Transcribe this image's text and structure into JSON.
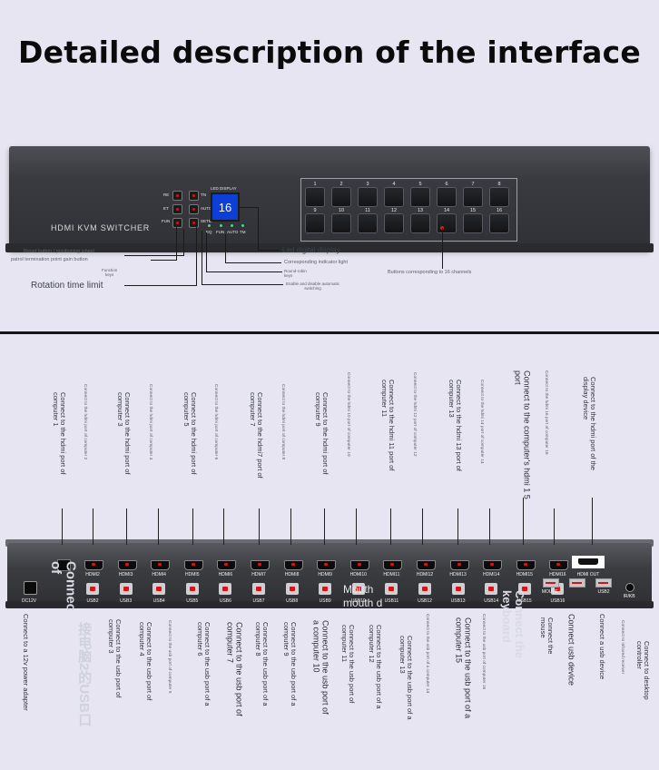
{
  "title": "Detailed description of the interface",
  "front_panel": {
    "brand": "HDMI KVM SWITCHER",
    "button_labels": {
      "r1a": "RE",
      "r1b": "TN",
      "r2a": "ET",
      "r2b": "AUTO",
      "r3a": "FUN",
      "r3b": "SETM"
    },
    "led_label": "LED DISPLAY",
    "led_value": "16",
    "indicators": [
      "EQ",
      "FUN",
      "AUTO",
      "TM"
    ],
    "channel_keys_top": [
      "1",
      "2",
      "3",
      "4",
      "5",
      "6",
      "7",
      "8"
    ],
    "channel_keys_bottom": [
      "9",
      "10",
      "11",
      "12",
      "13",
      "14",
      "15",
      "16"
    ]
  },
  "front_annotations": {
    "reset": "Reset button / positioning wheel",
    "patrol": "patrol termination point gain button",
    "function_keys": "Function\nkeys",
    "rotation": "Rotation time limit",
    "led_display": "Led digital display",
    "indicator_light": "Corresponding indicator light",
    "round_robin": "Round-robin\nkeys",
    "auto_switch": "Enable and disable automatic\nswitching",
    "buttons_channels": "Buttons corresponding to 16 channels"
  },
  "rear_panel": {
    "hdmi_ports": [
      "HDMI2",
      "HDMI3",
      "HDMI4",
      "HDMI5",
      "HDMI6",
      "HDMI7",
      "HDMI8",
      "HDMI9",
      "HDMI10",
      "HDMI11",
      "HDMI12",
      "HDMI13",
      "HDMI14",
      "HDMI15",
      "HDMI16"
    ],
    "hdmi_out": "HDMI OUT",
    "usb_ports": [
      "USB2",
      "USB3",
      "USB4",
      "USB5",
      "USB6",
      "USB7",
      "USB8",
      "USB9",
      "USB10",
      "USB11",
      "USB12",
      "USB13",
      "USB14",
      "USB15",
      "USB16"
    ],
    "dc": "DC12V",
    "mouse_usb": "MOUSE",
    "usb_out": "USB2",
    "ir": "IR/KB"
  },
  "top_labels": [
    "Connect to the hdmi port of\ncomputer 1",
    "Connect to the hdmi port of computer 2",
    "Connect to the hdmi port of\ncomputer 3",
    "Connect to the hdmi port of computer 4",
    "Connect to the hdmi port of\ncomputer 5",
    "Connect to the hdmi port of computer 6",
    "Connect to the hdmi7 port of\ncomputer 7",
    "Connect to the hdmi port of computer 8",
    "Connect to the hdmi port of\ncomputer 9",
    "Connect to the hdmi 10 port of computer 10",
    "Connect to the hdmi 11 port of\ncomputer 11",
    "Connect to the hdmi 12 port of computer 12",
    "Connect to the hdmi 13 port of\ncomputer 13",
    "Connect to the hdmi 14 port of computer 14",
    "Connect to the computer's hdmi 1 5\nport",
    "Connect to the hdmi 16 port of computer 16",
    "Connect to the hdmi port of the\ndisplay device"
  ],
  "bottom_labels": [
    "Connect to a 12v power adapter",
    "Connect to the usb port of\ncomputer 3",
    "Connect to the usb port of\ncomputer 4",
    "Connect to the usb port of computer 5",
    "Connect to the usb port of a\ncomputer 6",
    "Connect to the usb port of\ncomputer 7",
    "Connect to the usb port of a\ncomputer 8",
    "Connect to the usb port of a\ncomputer 9",
    "Connect to the usb port of\na computer 10",
    "Connect to the usb port of\ncomputer 11",
    "Connect to the usb port of a\ncomputer 12",
    "Connect to the usb port of a\ncomputer 13",
    "Connect to the usb port of a computer 14",
    "Connect to the usb port of a\ncomputer 15",
    "Connect to the usb port of computer 16",
    "Connect the\nmouse",
    "Connect usb device",
    "Connect a usb device",
    "Connect to infrared receiver",
    "Connect to desktop\ncontroller"
  ],
  "overlay_text": {
    "connect_a": "Connec\nof",
    "cn_left": "接电脑2的USB口",
    "mouth": "Mouth\nmouth d",
    "keyboard": "Connect the\nkeyboard"
  }
}
